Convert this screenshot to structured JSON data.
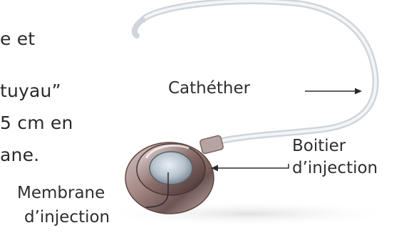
{
  "body_text": {
    "line1": "e et",
    "line2": "tuyau”",
    "line3": "5 cm en",
    "line4": "ane."
  },
  "labels": {
    "catheter": "Cathéther",
    "boitier_line1": "Boitier",
    "boitier_line2": "d’injection",
    "membrane_line1": "Membrane",
    "membrane_line2": "d’injection"
  }
}
